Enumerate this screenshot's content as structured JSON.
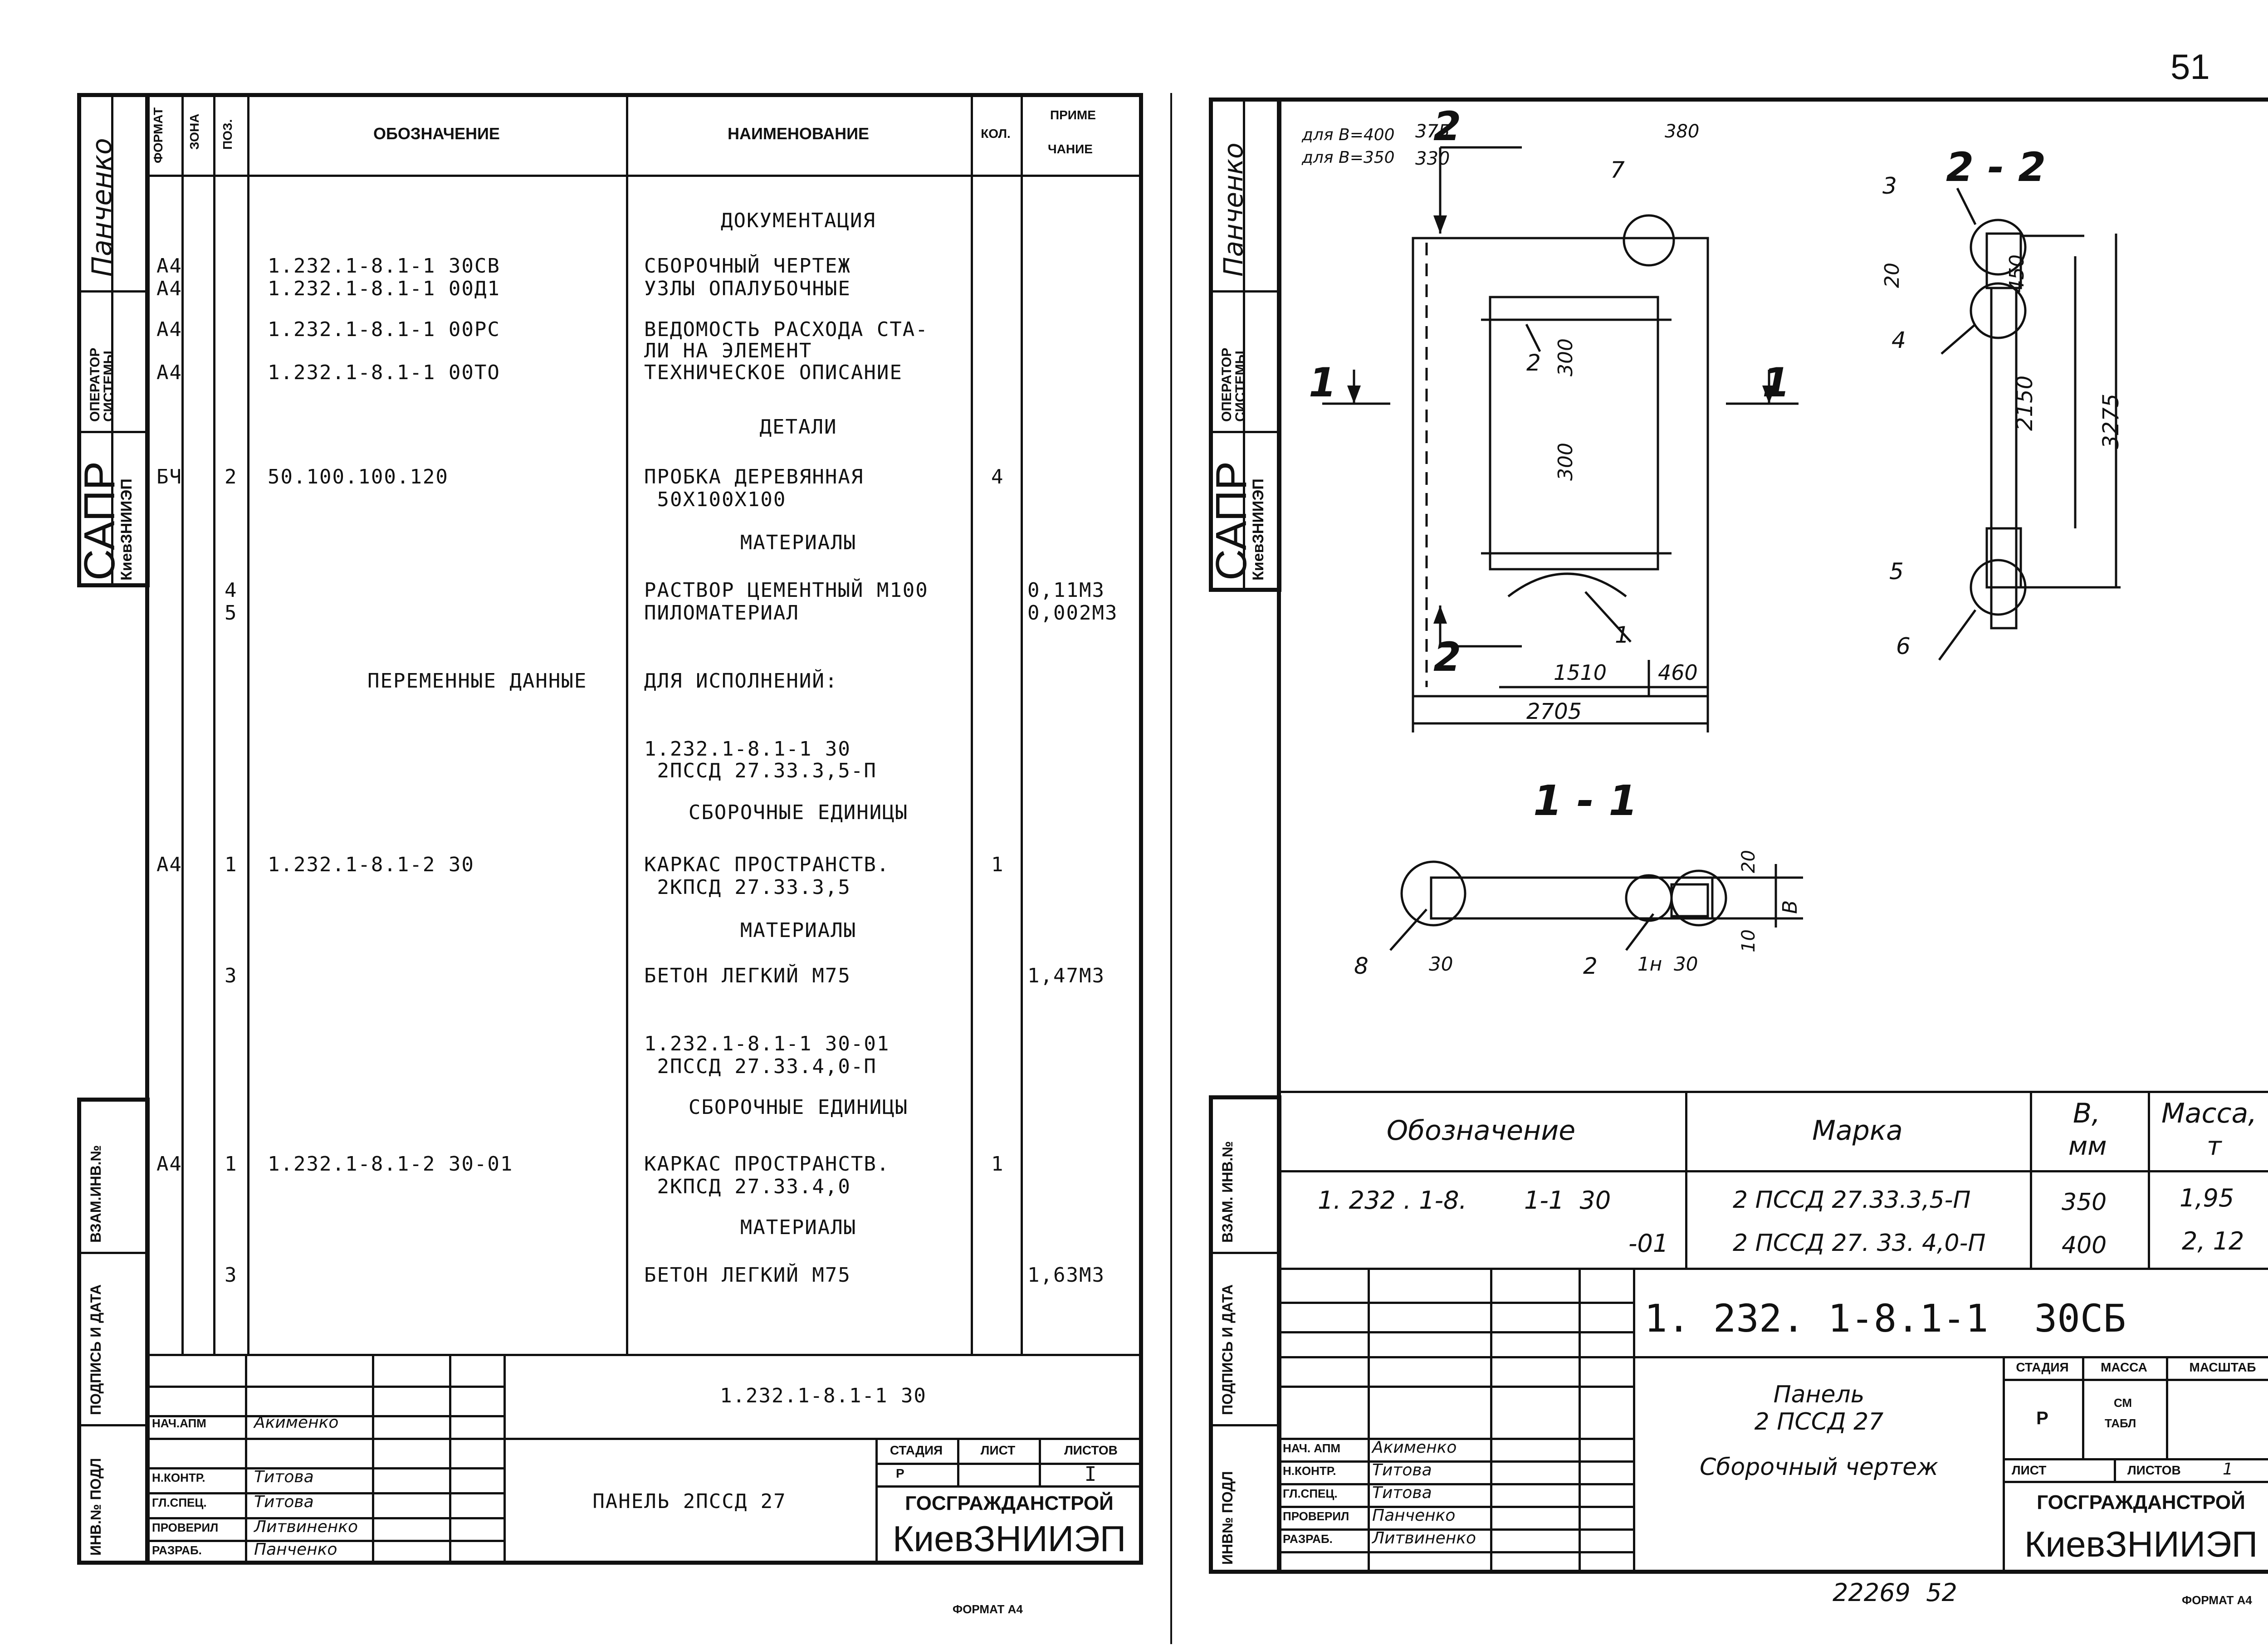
{
  "page_number": "51",
  "left_sheet": {
    "side_stamp": {
      "signer_top": "Панченко",
      "operator_label": "ОПЕРАТОР СИСТЕМЫ",
      "sapr": "САПР",
      "institute_small": "КиевЗНИИЭП",
      "vzam": "ВЗАМ.ИНВ.№",
      "podpis": "ПОДПИСЬ И ДАТА",
      "inv": "ИНВ.№ ПОДЛ"
    },
    "headers": {
      "format": "ФОРМАТ",
      "zona": "ЗОНА",
      "poz": "ПОЗ.",
      "oboznachenie": "ОБОЗНАЧЕНИЕ",
      "naimenovanie": "НАИМЕНОВАНИЕ",
      "kol": "КОЛ.",
      "primechanie_1": "ПРИМЕ",
      "primechanie_2": "ЧАНИЕ"
    },
    "rows": [
      {
        "format": "",
        "poz": "",
        "oboz": "",
        "naim": "ДОКУМЕНТАЦИЯ",
        "kol": "",
        "prim": "",
        "center": true
      },
      {
        "format": "А4",
        "poz": "",
        "oboz": "1.232.1-8.1-1 30СВ",
        "naim": "СБОРОЧНЫЙ ЧЕРТЕЖ",
        "kol": "",
        "prim": ""
      },
      {
        "format": "А4",
        "poz": "",
        "oboz": "1.232.1-8.1-1 00Д1",
        "naim": "УЗЛЫ ОПАЛУБОЧНЫЕ",
        "kol": "",
        "prim": ""
      },
      {
        "format": "А4",
        "poz": "",
        "oboz": "1.232.1-8.1-1 00РС",
        "naim": "ВЕДОМОСТЬ РАСХОДА СТА-",
        "kol": "",
        "prim": ""
      },
      {
        "format": "",
        "poz": "",
        "oboz": "",
        "naim": "ЛИ НА ЭЛЕМЕНТ",
        "kol": "",
        "prim": ""
      },
      {
        "format": "А4",
        "poz": "",
        "oboz": "1.232.1-8.1-1 00ТО",
        "naim": "ТЕХНИЧЕСКОЕ ОПИСАНИЕ",
        "kol": "",
        "prim": ""
      },
      {
        "format": "",
        "poz": "",
        "oboz": "",
        "naim": "ДЕТАЛИ",
        "kol": "",
        "prim": "",
        "center": true
      },
      {
        "format": "БЧ",
        "poz": "2",
        "oboz": "50.100.100.120",
        "naim": "ПРОБКА ДЕРЕВЯННАЯ",
        "kol": "4",
        "prim": ""
      },
      {
        "format": "",
        "poz": "",
        "oboz": "",
        "naim": " 50Х100Х100",
        "kol": "",
        "prim": ""
      },
      {
        "format": "",
        "poz": "",
        "oboz": "",
        "naim": "МАТЕРИАЛЫ",
        "kol": "",
        "prim": "",
        "center": true
      },
      {
        "format": "",
        "poz": "4",
        "oboz": "",
        "naim": "РАСТВОР ЦЕМЕНТНЫЙ М100",
        "kol": "",
        "prim": "0,11М3"
      },
      {
        "format": "",
        "poz": "5",
        "oboz": "",
        "naim": "ПИЛОМАТЕРИАЛ",
        "kol": "",
        "prim": "0,002М3"
      },
      {
        "format": "",
        "poz": "",
        "oboz": "ПЕРЕМЕННЫЕ ДАННЫЕ",
        "naim": "ДЛЯ ИСПОЛНЕНИЙ:",
        "kol": "",
        "prim": ""
      },
      {
        "format": "",
        "poz": "",
        "oboz": "",
        "naim": "1.232.1-8.1-1 30",
        "kol": "",
        "prim": ""
      },
      {
        "format": "",
        "poz": "",
        "oboz": "",
        "naim": " 2ПССД 27.33.3,5-П",
        "kol": "",
        "prim": ""
      },
      {
        "format": "",
        "poz": "",
        "oboz": "",
        "naim": "СБОРОЧНЫЕ ЕДИНИЦЫ",
        "kol": "",
        "prim": "",
        "center": true
      },
      {
        "format": "А4",
        "poz": "1",
        "oboz": "1.232.1-8.1-2 30",
        "naim": "КАРКАС ПРОСТРАНСТВ.",
        "kol": "1",
        "prim": ""
      },
      {
        "format": "",
        "poz": "",
        "oboz": "",
        "naim": " 2КПСД 27.33.3,5",
        "kol": "",
        "prim": ""
      },
      {
        "format": "",
        "poz": "",
        "oboz": "",
        "naim": "МАТЕРИАЛЫ",
        "kol": "",
        "prim": "",
        "center": true
      },
      {
        "format": "",
        "poz": "3",
        "oboz": "",
        "naim": "БЕТОН ЛЕГКИЙ М75",
        "kol": "",
        "prim": "1,47М3"
      },
      {
        "format": "",
        "poz": "",
        "oboz": "",
        "naim": "1.232.1-8.1-1 30-01",
        "kol": "",
        "prim": ""
      },
      {
        "format": "",
        "poz": "",
        "oboz": "",
        "naim": " 2ПССД 27.33.4,0-П",
        "kol": "",
        "prim": ""
      },
      {
        "format": "",
        "poz": "",
        "oboz": "",
        "naim": "СБОРОЧНЫЕ ЕДИНИЦЫ",
        "kol": "",
        "prim": "",
        "center": true
      },
      {
        "format": "А4",
        "poz": "1",
        "oboz": "1.232.1-8.1-2 30-01",
        "naim": "КАРКАС ПРОСТРАНСТВ.",
        "kol": "1",
        "prim": ""
      },
      {
        "format": "",
        "poz": "",
        "oboz": "",
        "naim": " 2КПСД 27.33.4,0",
        "kol": "",
        "prim": ""
      },
      {
        "format": "",
        "poz": "",
        "oboz": "",
        "naim": "МАТЕРИАЛЫ",
        "kol": "",
        "prim": "",
        "center": true
      },
      {
        "format": "",
        "poz": "3",
        "oboz": "",
        "naim": "БЕТОН ЛЕГКИЙ М75",
        "kol": "",
        "prim": "1,63М3"
      }
    ],
    "title_block": {
      "code": "1.232.1-8.1-1 30",
      "name": "ПАНЕЛЬ 2ПССД 27",
      "stadiya": "СТАДИЯ",
      "list": "ЛИСТ",
      "listov": "ЛИСТОВ",
      "stadiya_val": "Р",
      "listov_val": "I",
      "org1": "ГОСГРАЖДАНСТРОЙ",
      "org2": "КиевЗНИИЭП",
      "roles": [
        {
          "role": "НАЧ.АПМ",
          "name": "Акименко"
        },
        {
          "role": "Н.КОНТР.",
          "name": "Титова"
        },
        {
          "role": "ГЛ.СПЕЦ.",
          "name": "Титова"
        },
        {
          "role": "ПРОВЕРИЛ",
          "name": "Литвиненко"
        },
        {
          "role": "РАЗРАБ.",
          "name": "Панченко"
        }
      ]
    },
    "format_label": "ФОРМАТ А4"
  },
  "right_sheet": {
    "side_stamp": {
      "signer_top": "Панченко",
      "operator_label": "ОПЕРАТОР СИСТЕМЫ",
      "sapr": "САПР",
      "institute_small": "КиевЗНИИЭП",
      "vzam": "ВЗАМ. ИНВ.№",
      "podpis": "ПОДПИСЬ И ДАТА",
      "inv": "ИНВ№ ПОДЛ"
    },
    "drawing": {
      "note_b400": "для В=400",
      "note_b350": "для В=350",
      "d375": "375",
      "d330": "330",
      "d380": "380",
      "d300a": "300",
      "d300b": "300",
      "d1510": "1510",
      "d460": "460",
      "d2705": "2705",
      "d20a": "20",
      "d450": "450",
      "d2150": "2150",
      "d3275": "3275",
      "d20b": "20",
      "d10": "10",
      "dB": "В",
      "d30a": "30",
      "d30b": "30",
      "section_1_1": "1 - 1",
      "section_2_2": "2 - 2",
      "mark_2_top": "2",
      "mark_2_bot": "2",
      "mark_1_left": "1",
      "mark_1_right": "1",
      "callouts": [
        "1",
        "2",
        "3",
        "4",
        "5",
        "6",
        "7",
        "8",
        "2",
        "1н"
      ]
    },
    "table": {
      "h_oboz": "Обозначение",
      "h_marka": "Марка",
      "h_b": "В,",
      "h_b_unit": "мм",
      "h_massa": "Масса,",
      "h_massa_unit": "т",
      "r1_oboz_a": "1. 232 . 1-8.",
      "r1_oboz_b": "1-1  30",
      "r1_marka": "2 ПССД 27.33.3,5-П",
      "r1_b": "350",
      "r1_m": "1,95",
      "r2_oboz": "-01",
      "r2_marka": "2 ПССД 27. 33. 4,0-П",
      "r2_b": "400",
      "r2_m": "2, 12"
    },
    "title_block": {
      "code": "1. 232. 1-8.1-1  30СБ",
      "name_1": "Панель",
      "name_2": "2 ПССД 27",
      "name_3": "Сборочный чертеж",
      "stadiya": "СТАДИЯ",
      "massa": "МАССА",
      "masshtab": "МАСШТАБ",
      "stadiya_val": "Р",
      "massa_val_1": "СМ",
      "massa_val_2": "ТАБЛ",
      "list": "ЛИСТ",
      "listov": "ЛИСТОВ",
      "listov_val": "1",
      "org1": "ГОСГРАЖДАНСТРОЙ",
      "org2": "КиевЗНИИЭП",
      "roles": [
        {
          "role": "НАЧ. АПМ",
          "name": "Акименко"
        },
        {
          "role": "Н.КОНТР.",
          "name": "Титова"
        },
        {
          "role": "ГЛ.СПЕЦ.",
          "name": "Титова"
        },
        {
          "role": "ПРОВЕРИЛ",
          "name": "Панченко"
        },
        {
          "role": "РАЗРАБ.",
          "name": "Литвиненко"
        }
      ]
    },
    "bottom_number": "22269  52",
    "format_label": "ФОРМАТ А4"
  }
}
